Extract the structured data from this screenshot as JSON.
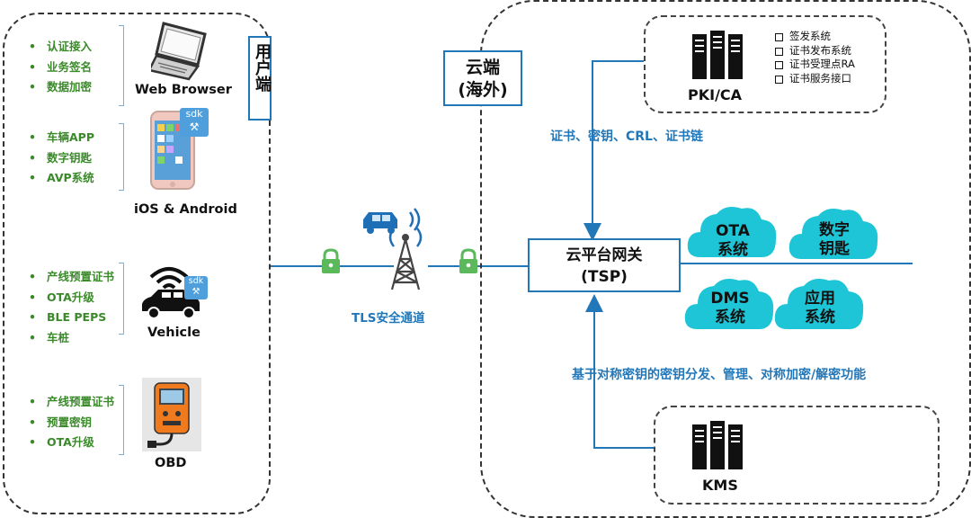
{
  "user_side": {
    "label": "用户端",
    "web": {
      "label": "Web Browser",
      "bullets": [
        "认证接入",
        "业务签名",
        "数据加密"
      ]
    },
    "mobile": {
      "label": "iOS & Android",
      "bullets": [
        "车辆APP",
        "数字钥匙",
        "AVP系统"
      ],
      "badge": "sdk"
    },
    "vehicle": {
      "label": "Vehicle",
      "bullets": [
        "产线预置证书",
        "OTA升级",
        "BLE PEPS",
        "车桩"
      ],
      "badge": "sdk"
    },
    "obd": {
      "label": "OBD",
      "bullets": [
        "产线预置证书",
        "预置密钥",
        "OTA升级"
      ]
    }
  },
  "channel": {
    "label": "TLS安全通道"
  },
  "cloud_side": {
    "label_line1": "云端",
    "label_line2": "(海外)",
    "pki": {
      "label": "PKI/CA",
      "items": [
        "签发系统",
        "证书发布系统",
        "证书受理点RA",
        "证书服务接口"
      ]
    },
    "pki_flow": "证书、密钥、CRL、证书链",
    "gateway": {
      "line1": "云平台网关",
      "line2": "(TSP)"
    },
    "services": [
      {
        "line1": "OTA",
        "line2": "系统"
      },
      {
        "line1": "数字",
        "line2": "钥匙"
      },
      {
        "line1": "DMS",
        "line2": "系统"
      },
      {
        "line1": "应用",
        "line2": "系统"
      }
    ],
    "kms_flow": "基于对称密钥的密钥分发、管理、对称加密/解密功能",
    "kms": {
      "label": "KMS"
    }
  },
  "colors": {
    "accent": "#2277b9",
    "cloud": "#1ec5d6",
    "bullet_green": "#3a8a2a",
    "lock_green": "#5bb85b"
  }
}
